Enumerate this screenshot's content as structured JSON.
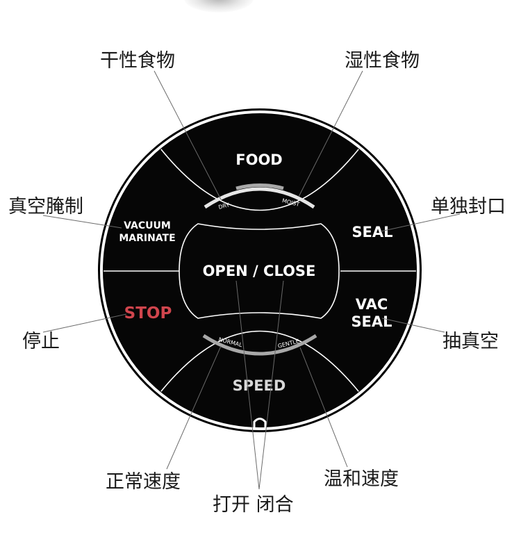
{
  "panel": {
    "food": "FOOD",
    "dry": "DRY",
    "moist": "MOIST",
    "vacuum_marinate_line1": "VACUUM",
    "vacuum_marinate_line2": "MARINATE",
    "seal": "SEAL",
    "open_close": "OPEN / CLOSE",
    "stop": "STOP",
    "vac_seal_line1": "VAC",
    "vac_seal_line2": "SEAL",
    "normal": "NORMAL",
    "gentle": "GENTLE",
    "speed": "SPEED"
  },
  "callouts": {
    "dry_food": "干性食物",
    "moist_food": "湿性食物",
    "vacuum_marinate": "真空腌制",
    "seal_only": "单独封口",
    "stop": "停止",
    "vacuum": "抽真空",
    "normal_speed": "正常速度",
    "gentle_speed": "温和速度",
    "open_close": "打开 闭合"
  },
  "colors": {
    "panel": "#060606",
    "rim": "#ffffff",
    "text": "#ffffff",
    "stop": "#d0454d",
    "speed": "#d8d8d8",
    "arc_active": "#a8a8a8",
    "arc_inactive": "#e6e6e6",
    "leader": "#6a6a6a"
  }
}
